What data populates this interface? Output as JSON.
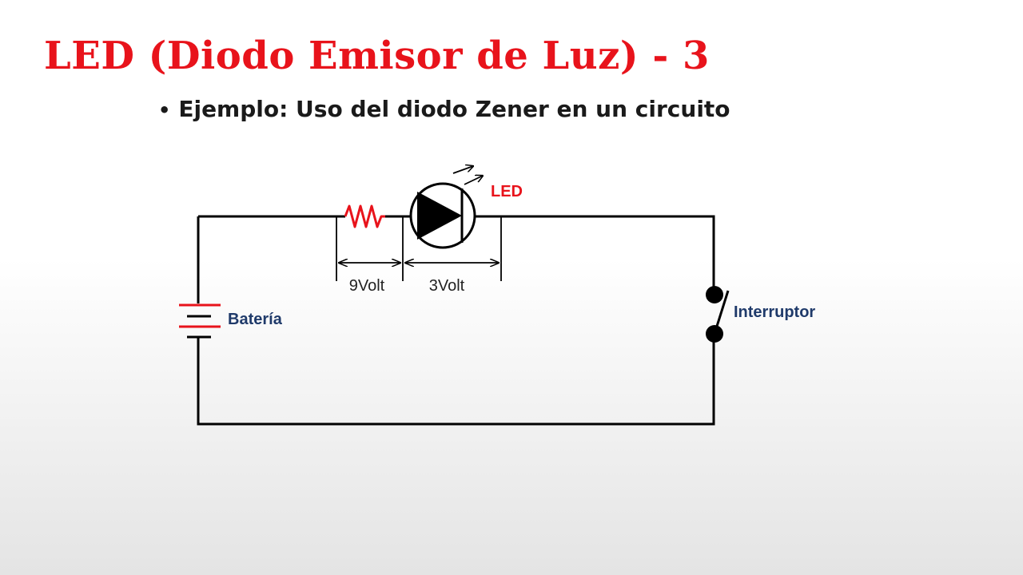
{
  "slide": {
    "title": "LED (Diodo Emisor de Luz) - 3",
    "bullet": "Ejemplo: Uso del diodo Zener en un circuito"
  },
  "diagram": {
    "led_label": "LED",
    "battery_label": "Batería",
    "switch_label": "Interruptor",
    "resistor_voltage": "9Volt",
    "led_voltage": "3Volt"
  },
  "colors": {
    "title": "#e8131b",
    "label_blue": "#1f3a6a",
    "component_red": "#e8131b",
    "wire": "#000000"
  }
}
